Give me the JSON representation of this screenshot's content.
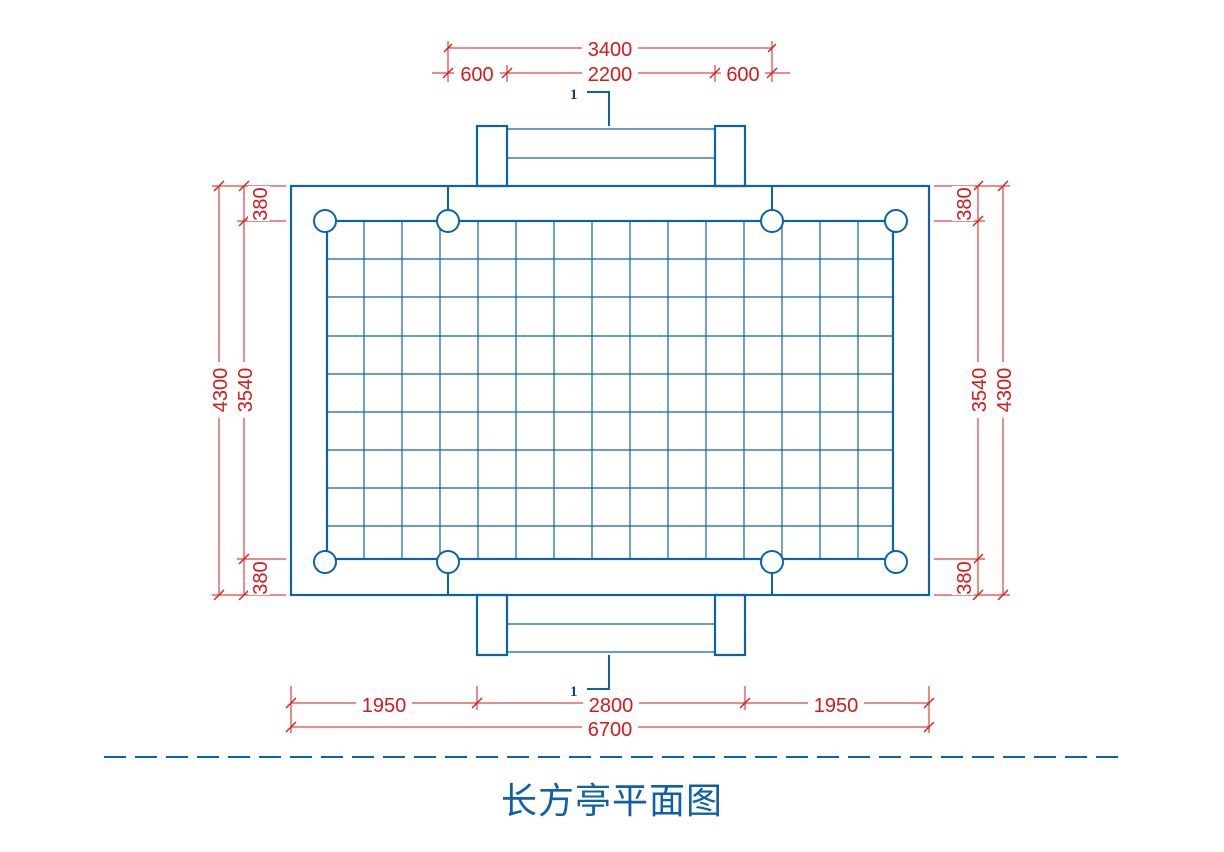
{
  "title": "长方亭平面图",
  "colors": {
    "structure": "#0d63a8",
    "dimension": "#d41a1a",
    "title": "#1060a8"
  },
  "dimensions": {
    "top_total": "3400",
    "top_left": "600",
    "top_center": "2200",
    "top_right": "600",
    "left_outer": "4300",
    "left_inner": "3540",
    "left_top": "380",
    "left_bottom": "380",
    "right_outer": "4300",
    "right_inner": "3540",
    "right_top": "380",
    "right_bottom": "380",
    "bottom_left": "1950",
    "bottom_center": "2800",
    "bottom_right": "1950",
    "bottom_total": "6700"
  },
  "section_mark": {
    "top": "1",
    "bottom": "1"
  }
}
